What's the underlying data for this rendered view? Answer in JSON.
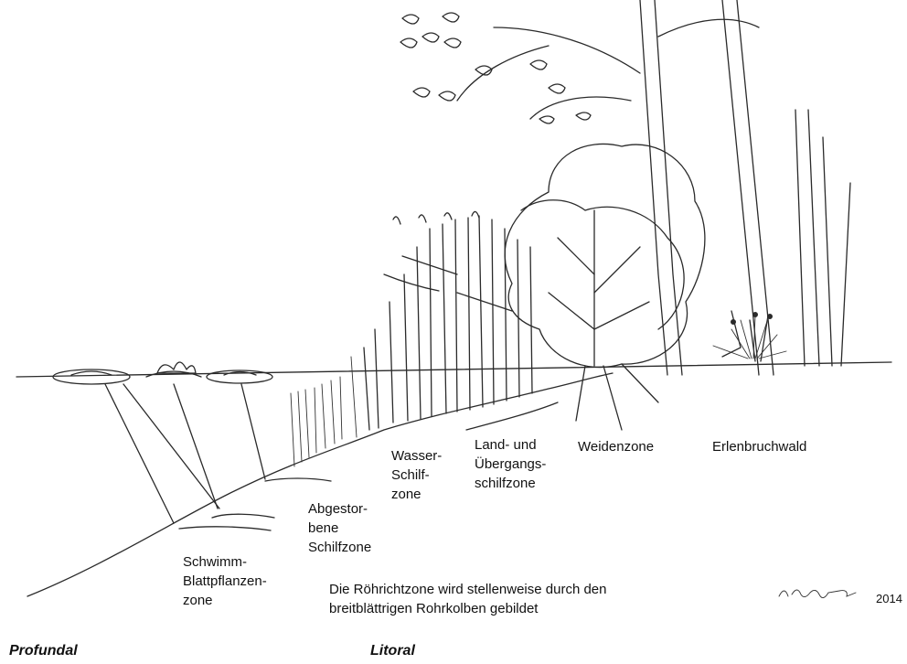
{
  "zones": {
    "schwimmblatt": "Schwimm-\nBlattpflanzen-\nzone",
    "abgestorben": "Abgestor-\nbene\nSchilfzone",
    "wasserschilf": "Wasser-\nSchilf-\nzone",
    "landschilf": "Land- und\nÜbergangs-\nschilfzone",
    "weiden": "Weidenzone",
    "erlen": "Erlenbruchwald"
  },
  "note": "Die Röhrichtzone wird stellenweise durch den\nbreitblättrigen Rohrkolben gebildet",
  "regions": {
    "profundal": "Profundal",
    "litoral": "Litoral"
  },
  "signature": {
    "year": "2014"
  }
}
